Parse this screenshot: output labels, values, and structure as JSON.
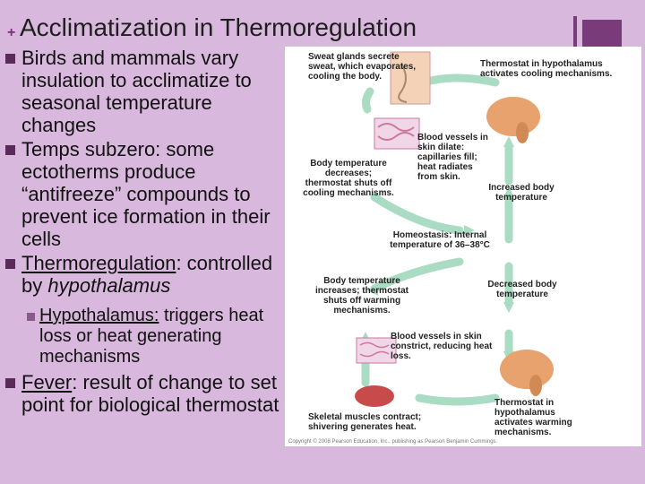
{
  "slide": {
    "title": "Acclimatization in Thermoregulation",
    "bullets": {
      "b1": "Birds and mammals vary insulation to acclimatize to seasonal temperature changes",
      "b2": "Temps subzero: some ectotherms produce “antifreeze” compounds to prevent ice formation in their cells",
      "b3_term": "Thermoregulation",
      "b3_colon": ":",
      "b3_rest": " controlled by ",
      "b3_italic": "hypothalamus",
      "sub_term": "Hypothalamus:",
      "sub_rest": " triggers heat loss or heat generating mechanisms",
      "b4_term": "Fever",
      "b4_rest": ": result of change to set point for biological thermostat"
    }
  },
  "diagram": {
    "labels": {
      "sweat": "Sweat glands secrete sweat, which evaporates, cooling the body.",
      "thermo_cool": "Thermostat in hypothalamus activates cooling mechanisms.",
      "vessels_dilate": "Blood vessels in skin dilate: capillaries fill; heat radiates from skin.",
      "temp_decreases": "Body temperature decreases; thermostat shuts off cooling mechanisms.",
      "increased_temp": "Increased body temperature",
      "homeostasis": "Homeostasis: Internal temperature of 36–38°C",
      "temp_increases": "Body temperature increases; thermostat shuts off warming mechanisms.",
      "decreased_temp": "Decreased body temperature",
      "vessels_constrict": "Blood vessels in skin constrict, reducing heat loss.",
      "thermo_warm": "Thermostat in hypothalamus activates warming mechanisms.",
      "shiver": "Skeletal muscles contract; shivering generates heat.",
      "copyright": "Copyright © 2008 Pearson Education, Inc., publishing as Pearson Benjamin Cummings."
    },
    "colors": {
      "arrow": "#a9dcc2",
      "brain": "#e7a26d",
      "vessel": "#c97aa0",
      "muscle": "#c94a4a"
    }
  }
}
